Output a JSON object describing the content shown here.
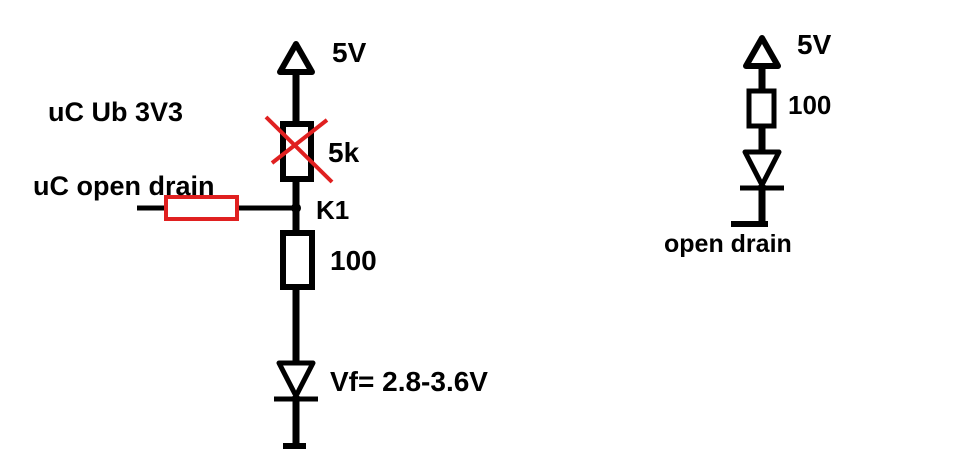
{
  "left_circuit": {
    "supply_label": "5V",
    "uc_supply_label": "uC Ub 3V3",
    "crossed_resistor_label": "5k",
    "uc_input_label": "uC open drain",
    "node_label": "K1",
    "resistor_label": "100",
    "diode_label": "Vf= 2.8-3.6V"
  },
  "right_circuit": {
    "supply_label": "5V",
    "resistor_label": "100",
    "drain_label": "open drain"
  },
  "colors": {
    "ink": "#000000",
    "annotation": "#e02020"
  }
}
